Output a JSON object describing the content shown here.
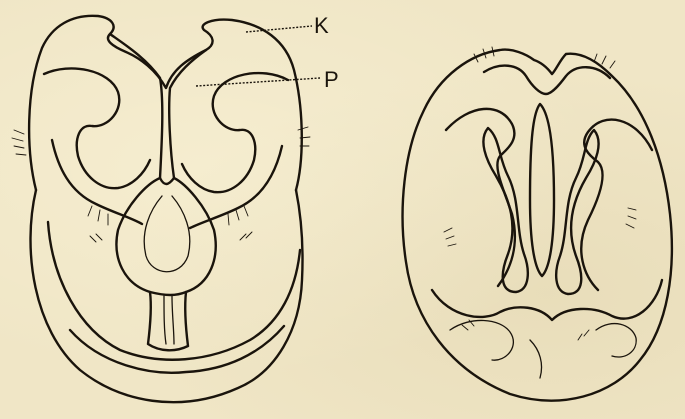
{
  "figure": {
    "labels": [
      {
        "id": "K",
        "text": "K"
      },
      {
        "id": "P",
        "text": "P"
      }
    ],
    "colors": {
      "paper": "#f0e6c6",
      "ink": "#1a140c"
    }
  }
}
